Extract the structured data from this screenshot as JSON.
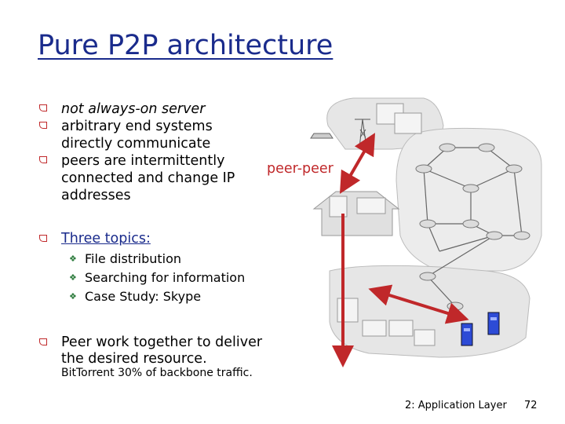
{
  "title": "Pure P2P architecture",
  "bullets": [
    "not always-on server",
    "arbitrary end systems",
    "directly communicate",
    "peers are intermittently",
    "connected and change IP",
    "addresses"
  ],
  "peer_label": "peer-peer",
  "topics": {
    "heading": "Three topics:",
    "items": [
      "File distribution",
      "Searching for information",
      "Case Study: Skype"
    ]
  },
  "peerwork": [
    "Peer work together to deliver",
    "the desired resource."
  ],
  "bittorrent": "BitTorrent 30% of backbone traffic.",
  "footer": "2: Application Layer",
  "page_number": "72",
  "colors": {
    "title": "#1a2b8c",
    "accent": "#c0282a",
    "sub_marker": "#2b7a3b"
  }
}
